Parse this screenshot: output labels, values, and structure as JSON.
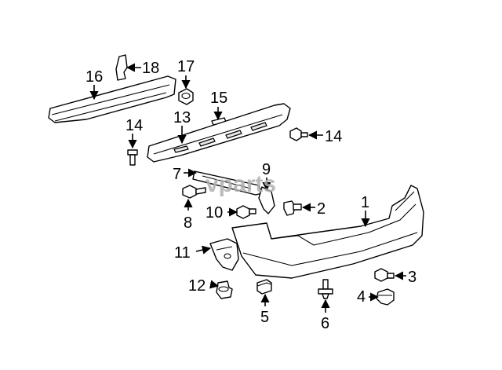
{
  "watermark": "vparts",
  "callouts": [
    {
      "id": "1",
      "label": "1"
    },
    {
      "id": "2",
      "label": "2"
    },
    {
      "id": "3",
      "label": "3"
    },
    {
      "id": "4",
      "label": "4"
    },
    {
      "id": "5",
      "label": "5"
    },
    {
      "id": "6",
      "label": "6"
    },
    {
      "id": "7",
      "label": "7"
    },
    {
      "id": "8",
      "label": "8"
    },
    {
      "id": "9",
      "label": "9"
    },
    {
      "id": "10",
      "label": "10"
    },
    {
      "id": "11",
      "label": "11"
    },
    {
      "id": "12",
      "label": "12"
    },
    {
      "id": "13",
      "label": "13"
    },
    {
      "id": "14a",
      "label": "14"
    },
    {
      "id": "14b",
      "label": "14"
    },
    {
      "id": "15",
      "label": "15"
    },
    {
      "id": "16",
      "label": "16"
    },
    {
      "id": "17",
      "label": "17"
    },
    {
      "id": "18",
      "label": "18"
    }
  ]
}
